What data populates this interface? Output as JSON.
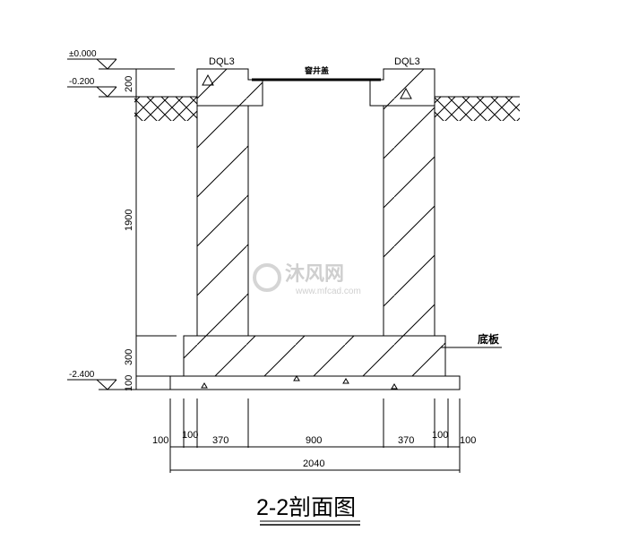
{
  "levels": {
    "top": "±0.000",
    "mid": "-0.200",
    "bottom": "-2.400"
  },
  "labels": {
    "cap_left": "DQL3",
    "cap_right": "DQL3",
    "cover": "窨井盖",
    "base": "底板"
  },
  "vertical_dims": {
    "cap": "200",
    "wall": "1900",
    "slab": "300",
    "cushion": "100"
  },
  "horizontal_dims": [
    "100",
    "100",
    "370",
    "900",
    "370",
    "100",
    "100"
  ],
  "total_dim": "2040",
  "title": "2-2剖面图",
  "watermark": {
    "brand": "沐风网",
    "url": "www.mfcad.com"
  }
}
